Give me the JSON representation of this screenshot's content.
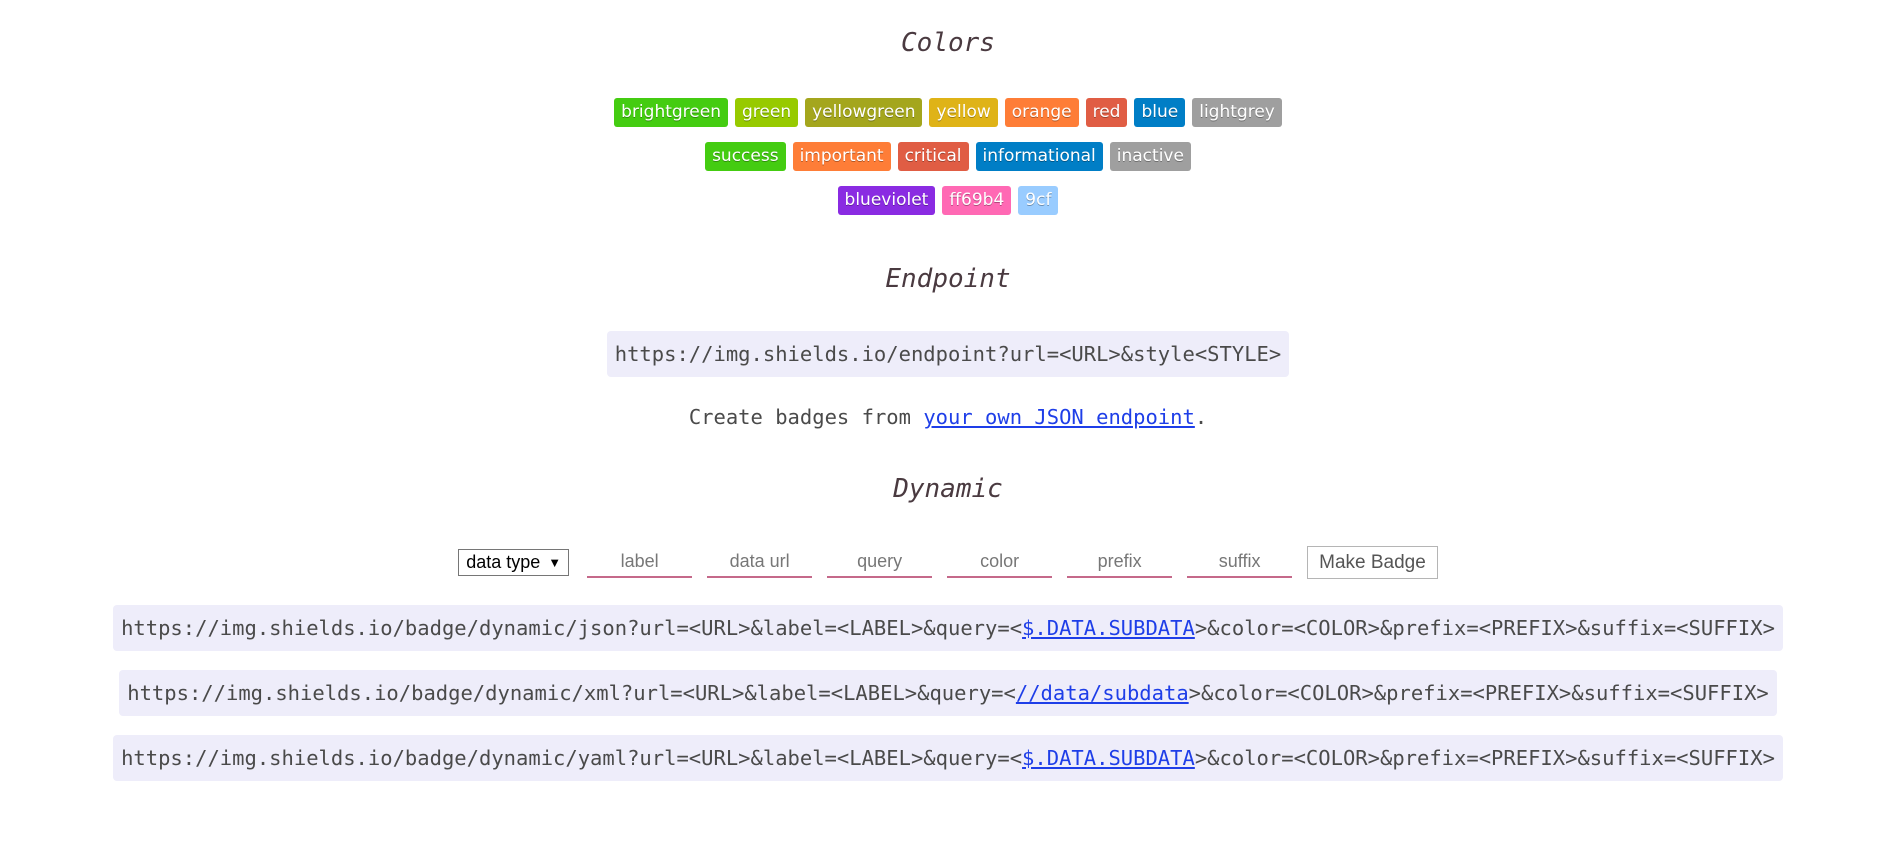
{
  "colors": {
    "title": "Colors",
    "rows": [
      [
        {
          "label": "brightgreen",
          "color": "#44cc11"
        },
        {
          "label": "green",
          "color": "#97ca00"
        },
        {
          "label": "yellowgreen",
          "color": "#a4a61d"
        },
        {
          "label": "yellow",
          "color": "#dfb317"
        },
        {
          "label": "orange",
          "color": "#fe7d37"
        },
        {
          "label": "red",
          "color": "#e05d44"
        },
        {
          "label": "blue",
          "color": "#007ec6"
        },
        {
          "label": "lightgrey",
          "color": "#9f9f9f"
        }
      ],
      [
        {
          "label": "success",
          "color": "#44cc11"
        },
        {
          "label": "important",
          "color": "#fe7d37"
        },
        {
          "label": "critical",
          "color": "#e05d44"
        },
        {
          "label": "informational",
          "color": "#007ec6"
        },
        {
          "label": "inactive",
          "color": "#9f9f9f"
        }
      ],
      [
        {
          "label": "blueviolet",
          "color": "#8a2be2"
        },
        {
          "label": "ff69b4",
          "color": "#ff69b4"
        },
        {
          "label": "9cf",
          "color": "#99ccff"
        }
      ]
    ]
  },
  "endpoint": {
    "title": "Endpoint",
    "url": "https://img.shields.io/endpoint?url=<URL>&style<STYLE>",
    "desc_prefix": "Create badges from ",
    "desc_link": "your own JSON endpoint",
    "desc_suffix": "."
  },
  "dynamic": {
    "title": "Dynamic",
    "select_label": "data type",
    "fields": [
      {
        "placeholder": "label"
      },
      {
        "placeholder": "data url"
      },
      {
        "placeholder": "query"
      },
      {
        "placeholder": "color"
      },
      {
        "placeholder": "prefix"
      },
      {
        "placeholder": "suffix"
      }
    ],
    "button_label": "Make Badge",
    "urls": [
      {
        "prefix": "https://img.shields.io/badge/dynamic/json?url=<URL>&label=<LABEL>&query=<",
        "link": "$.DATA.SUBDATA",
        "suffix": ">&color=<COLOR>&prefix=<PREFIX>&suffix=<SUFFIX>"
      },
      {
        "prefix": "https://img.shields.io/badge/dynamic/xml?url=<URL>&label=<LABEL>&query=<",
        "link": "//data/subdata",
        "suffix": ">&color=<COLOR>&prefix=<PREFIX>&suffix=<SUFFIX>"
      },
      {
        "prefix": "https://img.shields.io/badge/dynamic/yaml?url=<URL>&label=<LABEL>&query=<",
        "link": "$.DATA.SUBDATA",
        "suffix": ">&color=<COLOR>&prefix=<PREFIX>&suffix=<SUFFIX>"
      }
    ]
  }
}
